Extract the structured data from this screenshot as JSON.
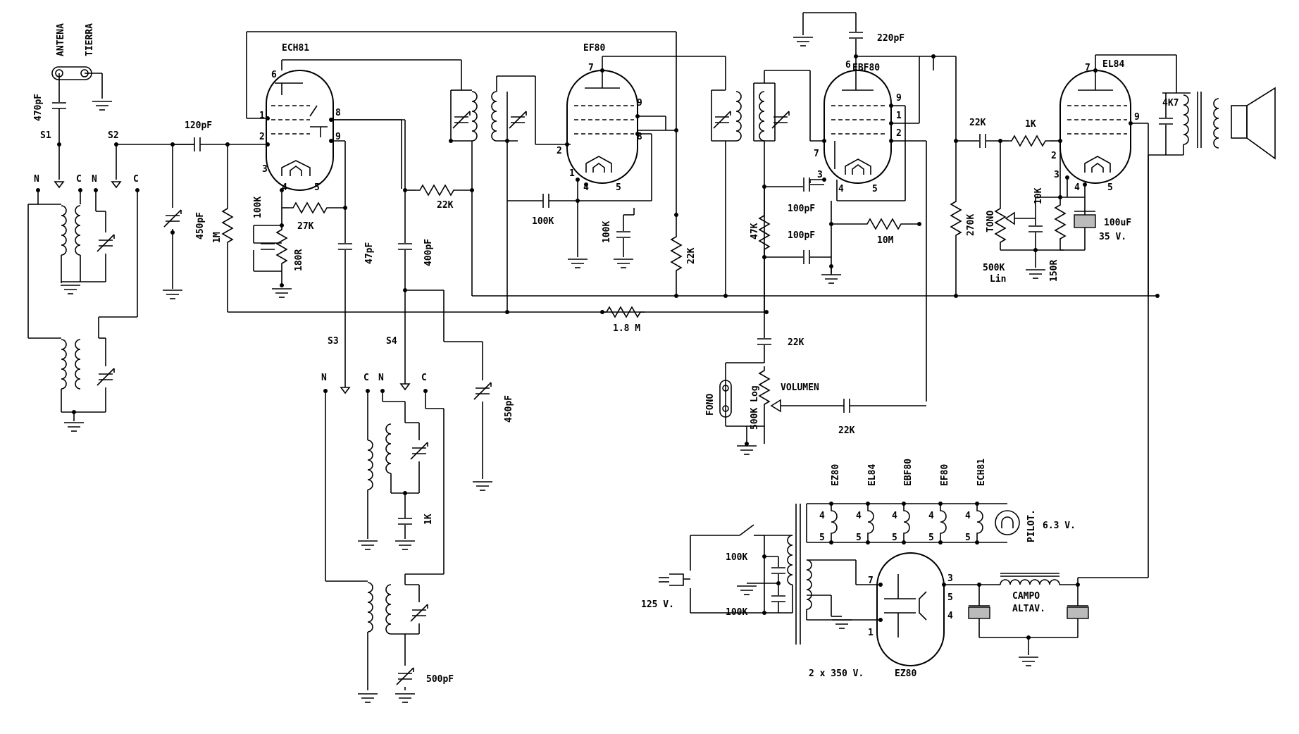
{
  "tubes": {
    "ech81": "ECH81",
    "ef80": "EF80",
    "ebf80": "EBF80",
    "el84": "EL84",
    "ez80": "EZ80"
  },
  "antenna": {
    "antena": "ANTENA",
    "tierra": "TIERRA"
  },
  "switches": {
    "s1": "S1",
    "s2": "S2",
    "s3": "S3",
    "s4": "S4",
    "n": "N",
    "c": "C"
  },
  "caps": {
    "c470": "470pF",
    "c120": "120pF",
    "c450a": "450pF",
    "c47": "47pF",
    "c400": "400pF",
    "c220": "220pF",
    "c100a": "100pF",
    "c100b": "100pF",
    "c22k_out": "22K",
    "c22k_vol": "22K",
    "c22k_det": "22K",
    "c450b": "450pF",
    "c500": "500pF",
    "c100uf": "100uF",
    "c35v": "35 V.",
    "c4k7": "4K7"
  },
  "resistors": {
    "r1m": "1M",
    "r100k_a": "100K",
    "r27k": "27K",
    "r180": "180R",
    "r22k_a": "22K",
    "r100k_b": "100K",
    "r100k_c": "100K",
    "r22k_b": "22K",
    "r47k": "47K",
    "r10m": "10M",
    "r1_8m": "1.8 M",
    "r270k": "270K",
    "r1k": "1K",
    "r10k": "10K",
    "r150": "150R",
    "r1k_osc": "1K",
    "r100k_d": "100K",
    "r100k_e": "100K"
  },
  "pots": {
    "tono": "TONO",
    "tono_val": "500K",
    "lin": "Lin",
    "volumen": "VOLUMEN",
    "vol_val": "500K Log"
  },
  "pins": {
    "p1": "1",
    "p2": "2",
    "p3": "3",
    "p4": "4",
    "p5": "5",
    "p6": "6",
    "p7": "7",
    "p8": "8",
    "p9": "9"
  },
  "power": {
    "v125": "125 V.",
    "v2x350": "2 x 350 V.",
    "v63": "6.3 V.",
    "pilot": "PILOT.",
    "campo": "CAMPO",
    "altav": "ALTAV.",
    "fono": "FONO"
  },
  "heaters": [
    "EZ80",
    "EL84",
    "EBF80",
    "EF80",
    "ECH81"
  ]
}
